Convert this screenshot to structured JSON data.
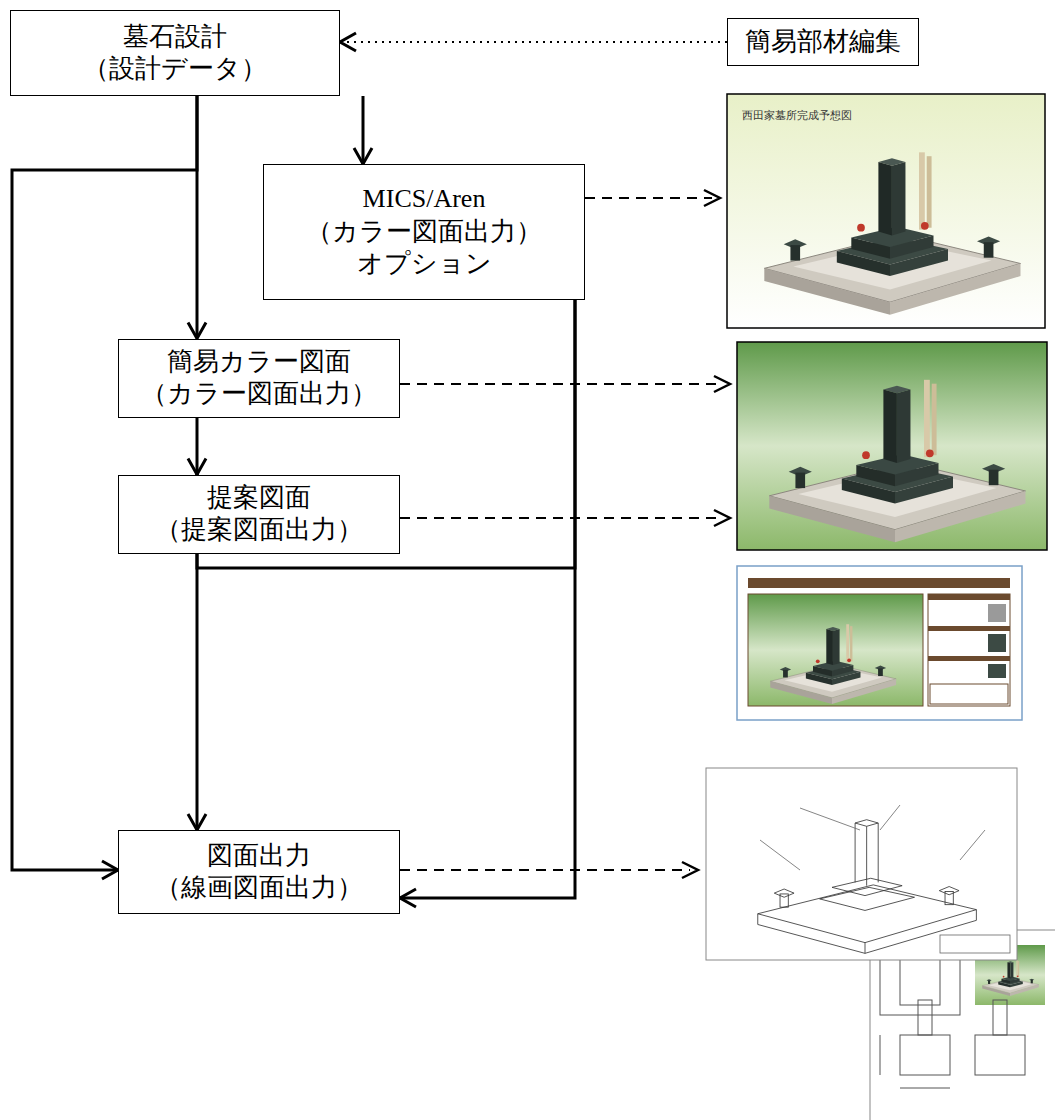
{
  "diagram": {
    "nodes": [
      {
        "text": [
          "墓石設計",
          "（設計データ）"
        ]
      },
      {
        "text": [
          "簡易部材編集"
        ]
      },
      {
        "text": [
          "MICS/Aren",
          "（カラー図面出力）",
          "オプション"
        ]
      },
      {
        "text": [
          "簡易カラー図面",
          "（カラー図面出力）"
        ]
      },
      {
        "text": [
          "提案図面",
          "（提案図面出力）"
        ]
      },
      {
        "text": [
          "図面出力",
          "（線画図面出力）"
        ]
      }
    ],
    "edges": [
      {
        "from": 1,
        "to": 0,
        "arrow": "to"
      },
      {
        "from": 0,
        "to": 2,
        "arrow": "to"
      },
      {
        "from": 0,
        "to": 3,
        "arrow": "to"
      },
      {
        "from": 0,
        "to": 5,
        "arrow": "to"
      },
      {
        "from": 3,
        "to": 4,
        "arrow": "to"
      },
      {
        "from": 2,
        "to": 4,
        "arrow": "to"
      },
      {
        "from": 2,
        "to": 5,
        "arrow": "to"
      },
      {
        "from": 4,
        "to": 5,
        "arrow": "to"
      }
    ],
    "labels": [
      "西田家墓所完成予想図"
    ]
  }
}
